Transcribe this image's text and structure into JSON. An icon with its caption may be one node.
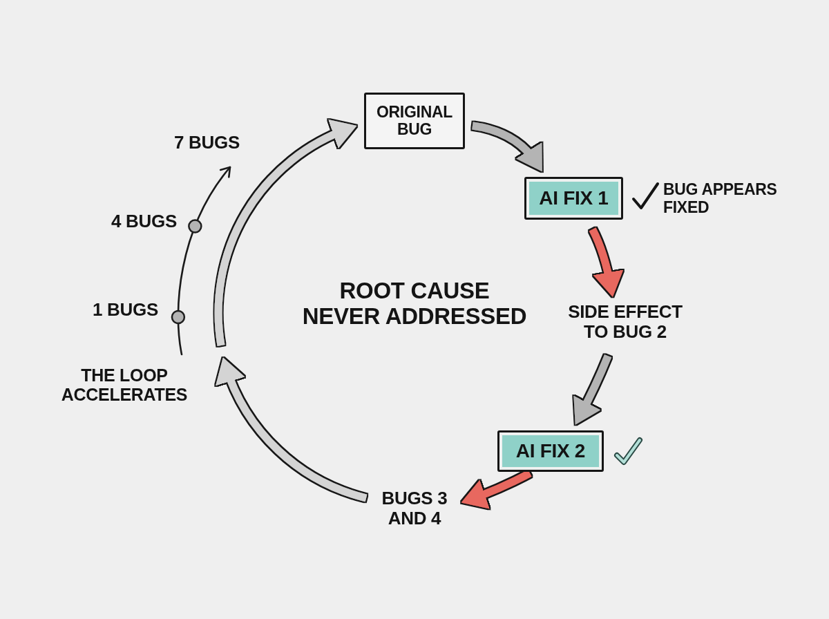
{
  "diagram": {
    "nodes": [
      {
        "text": [
          "ORIGINAL BUG"
        ]
      },
      {
        "text": [
          "AI FIX 1"
        ],
        "beside": [
          "BUG APPEARS FIXED"
        ]
      },
      {
        "text": [
          "SIDE EFFECT TO BUG 2"
        ]
      },
      {
        "text": [
          "AI FIX 2"
        ]
      },
      {
        "text": [
          "BUGS 3 AND 4"
        ]
      }
    ],
    "edges": [
      {
        "from": 0,
        "to": 1,
        "arrow": "to"
      },
      {
        "from": 1,
        "to": 2,
        "arrow": "to",
        "color": "#e8685f"
      },
      {
        "from": 2,
        "to": 3,
        "arrow": "to"
      },
      {
        "from": 3,
        "to": 4,
        "arrow": "to",
        "color": "#e8685f"
      },
      {
        "from": 4,
        "to": null,
        "arrow": "to",
        "color": "#d4d4d4"
      },
      {
        "from": null,
        "to": 0,
        "arrow": "to",
        "color": "#d4d4d4"
      }
    ],
    "labels": [
      "7 BUGS",
      "4 BUGS",
      "ROOT CAUSE NEVER ADDRESSED",
      "1 BUGS",
      "THE LOOP ACCELERATES"
    ]
  }
}
